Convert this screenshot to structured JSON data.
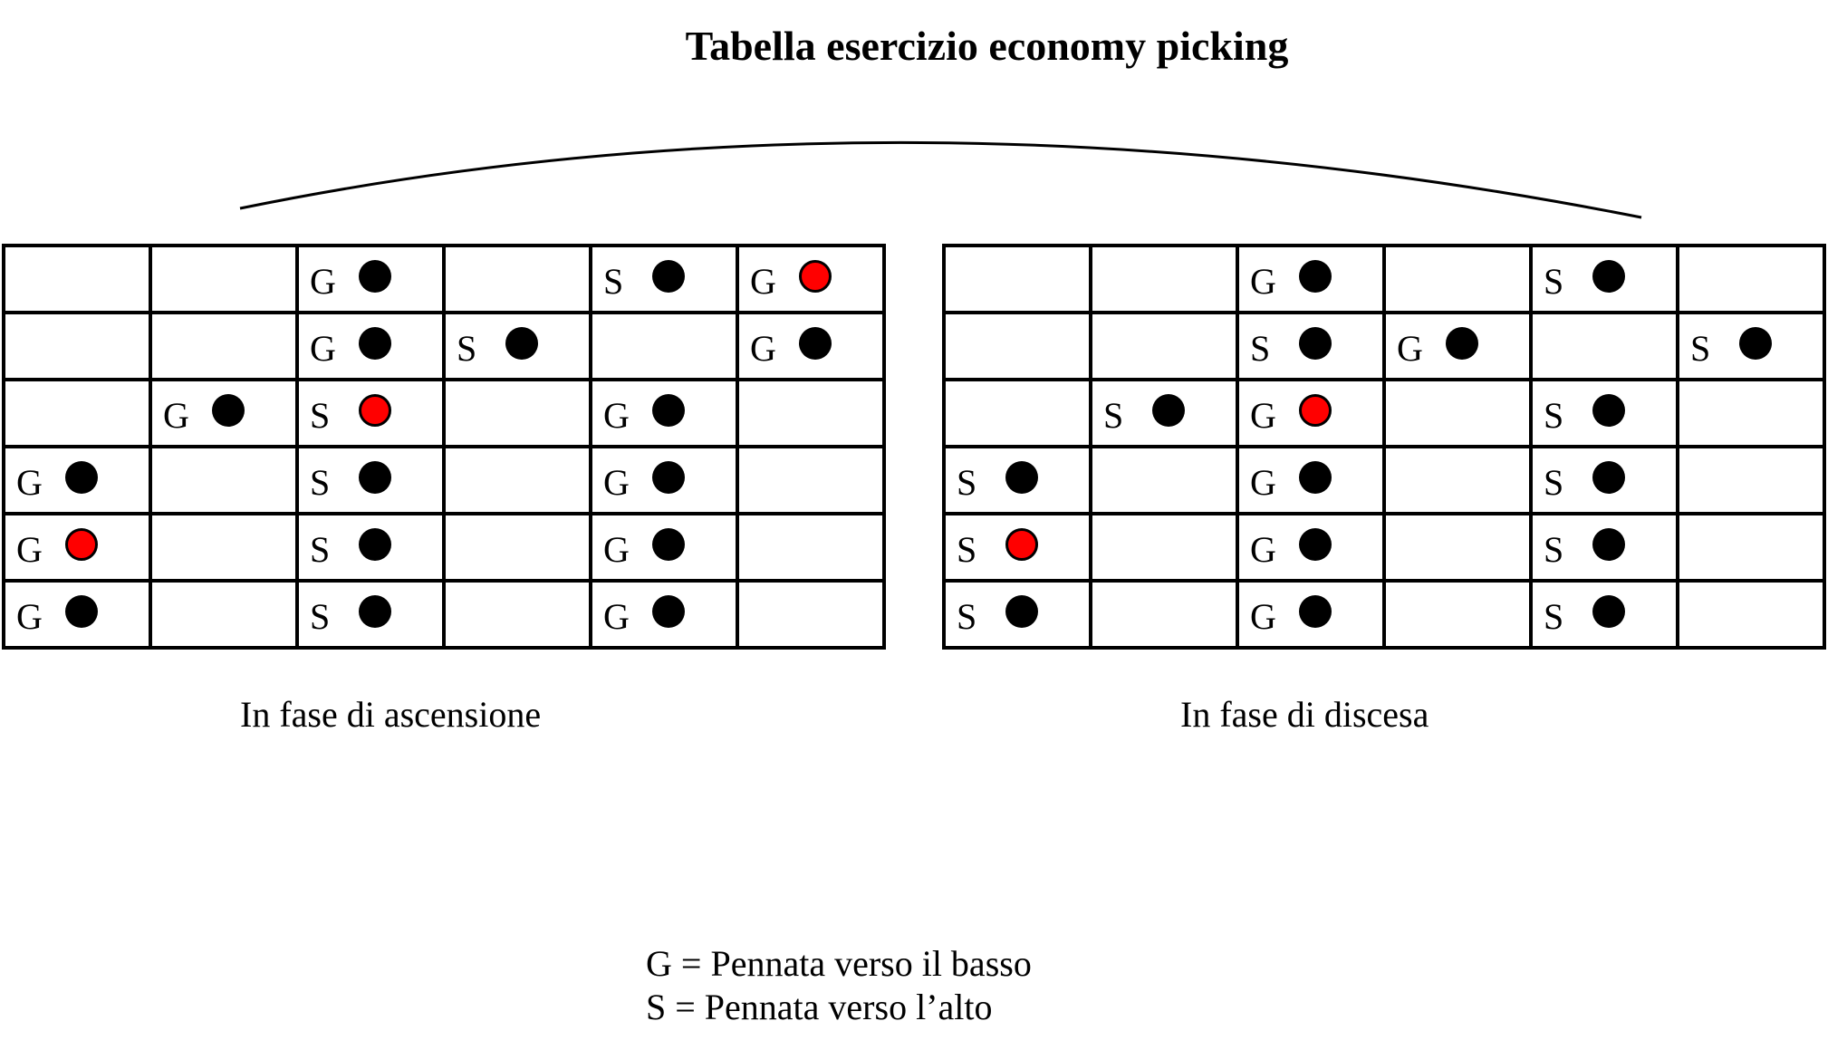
{
  "title": "Tabella esercizio economy picking",
  "colors": {
    "note": "#000000",
    "root_note": "#ff0000"
  },
  "tables": [
    {
      "caption": "In fase di ascensione",
      "rows": [
        [
          null,
          null,
          {
            "l": "G",
            "c": "black"
          },
          null,
          {
            "l": "S",
            "c": "black"
          },
          {
            "l": "G",
            "c": "red"
          }
        ],
        [
          null,
          null,
          {
            "l": "G",
            "c": "black"
          },
          {
            "l": "S",
            "c": "black"
          },
          null,
          {
            "l": "G",
            "c": "black"
          }
        ],
        [
          null,
          {
            "l": "G",
            "c": "black"
          },
          {
            "l": "S",
            "c": "red"
          },
          null,
          {
            "l": "G",
            "c": "black"
          },
          null
        ],
        [
          {
            "l": "G",
            "c": "black"
          },
          null,
          {
            "l": "S",
            "c": "black"
          },
          null,
          {
            "l": "G",
            "c": "black"
          },
          null
        ],
        [
          {
            "l": "G",
            "c": "red"
          },
          null,
          {
            "l": "S",
            "c": "black"
          },
          null,
          {
            "l": "G",
            "c": "black"
          },
          null
        ],
        [
          {
            "l": "G",
            "c": "black"
          },
          null,
          {
            "l": "S",
            "c": "black"
          },
          null,
          {
            "l": "G",
            "c": "black"
          },
          null
        ]
      ]
    },
    {
      "caption": "In fase di discesa",
      "rows": [
        [
          null,
          null,
          {
            "l": "G",
            "c": "black"
          },
          null,
          {
            "l": "S",
            "c": "black"
          },
          null
        ],
        [
          null,
          null,
          {
            "l": "S",
            "c": "black"
          },
          {
            "l": "G",
            "c": "black"
          },
          null,
          {
            "l": "S",
            "c": "black"
          }
        ],
        [
          null,
          {
            "l": "S",
            "c": "black"
          },
          {
            "l": "G",
            "c": "red"
          },
          null,
          {
            "l": "S",
            "c": "black"
          },
          null
        ],
        [
          {
            "l": "S",
            "c": "black"
          },
          null,
          {
            "l": "G",
            "c": "black"
          },
          null,
          {
            "l": "S",
            "c": "black"
          },
          null
        ],
        [
          {
            "l": "S",
            "c": "red"
          },
          null,
          {
            "l": "G",
            "c": "black"
          },
          null,
          {
            "l": "S",
            "c": "black"
          },
          null
        ],
        [
          {
            "l": "S",
            "c": "black"
          },
          null,
          {
            "l": "G",
            "c": "black"
          },
          null,
          {
            "l": "S",
            "c": "black"
          },
          null
        ]
      ]
    }
  ],
  "legend": [
    "G = Pennata verso il basso",
    "S = Pennata verso l’alto"
  ]
}
